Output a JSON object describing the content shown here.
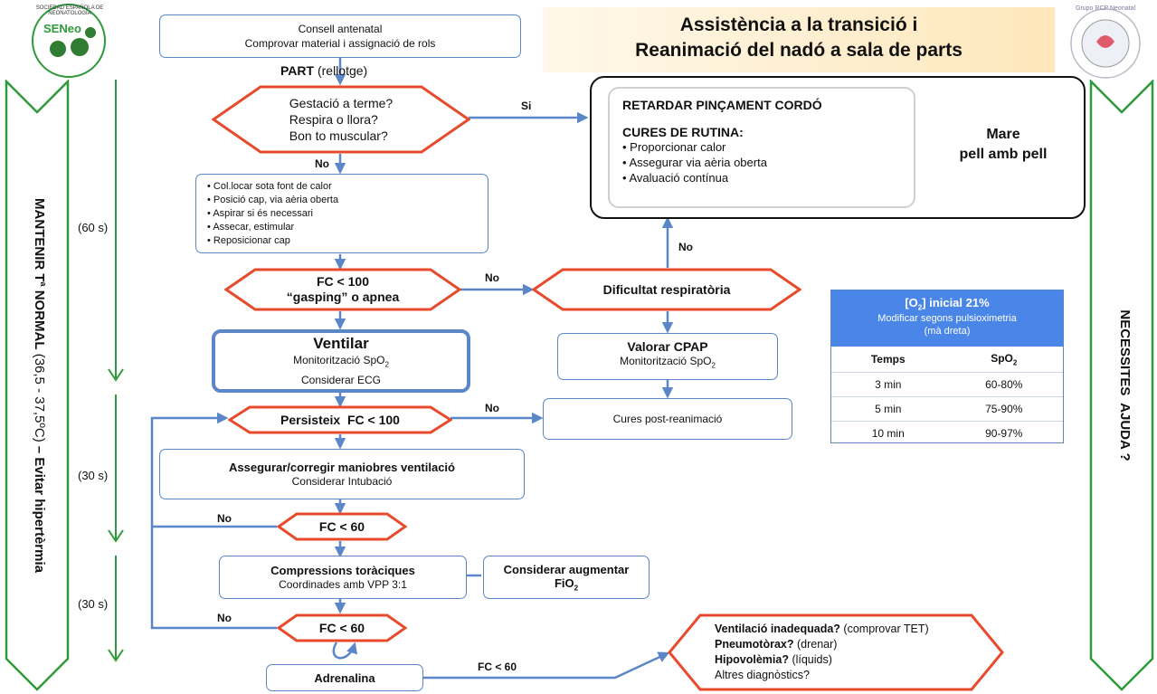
{
  "title": {
    "line1": "Assistència a la transició i",
    "line2": "Reanimació del nadó a sala de parts"
  },
  "logo_left": {
    "text": "SENeo",
    "ring": "SOCIEDAD ESPAÑOLA DE NEONATOLOGÍA"
  },
  "logo_right": {
    "ring": "Grupo RCP Neonatal"
  },
  "side_left": {
    "main": "MANTENIR T",
    "sup": "a",
    "rest": " NORMAL",
    "range": " (36,5 - 37,5ºC) ",
    "tail": "– Evitar hipertèrmia"
  },
  "side_right": "NECESSITES  AJUDA ?",
  "times": [
    "(60 s)",
    "(30 s)",
    "(30 s)"
  ],
  "steps": {
    "antenatal": {
      "l1": "Consell antenatal",
      "l2": "Comprovar material i assignació de rols"
    },
    "part": {
      "bold": "PART",
      "rest": " (rellotge)"
    },
    "q_gestacio": [
      "Gestació a terme?",
      "Respira o llora?",
      "Bon to muscular?"
    ],
    "routine_list": [
      "Col.locar sota font de calor",
      "Posició cap, via aèria oberta",
      "Aspirar si és necessari",
      "Assecar, estimular",
      "Reposicionar cap"
    ],
    "fc100": {
      "l1": "FC < 100",
      "l2": "“gasping” o apnea"
    },
    "dificultat": "Dificultat respiratòria",
    "ventilar": {
      "title": "Ventilar",
      "l2": "Monitorització SpO",
      "sub": "2",
      "l3": "Considerar ECG"
    },
    "cpap": {
      "title": "Valorar CPAP",
      "l2": "Monitorització SpO",
      "sub": "2"
    },
    "persisteix": "Persisteix  FC < 100",
    "post": "Cures post-reanimació",
    "assegurar": {
      "title": "Assegurar/corregir maniobres ventilació",
      "l2": "Considerar Intubació"
    },
    "fc60a": "FC < 60",
    "compressions": {
      "title": "Compressions toràciques",
      "l2": "Coordinades amb VPP 3:1"
    },
    "fio2": {
      "l1": "Considerar augmentar",
      "l2": "FiO",
      "sub": "2"
    },
    "fc60b": "FC < 60",
    "adrenalina": "Adrenalina"
  },
  "rutina": {
    "title": "RETARDAR PINÇAMENT CORDÓ",
    "sub": "CURES DE RUTINA:",
    "items": [
      "Proporcionar calor",
      "Assegurar via aèria oberta",
      "Avaluació contínua"
    ],
    "mare1": "Mare",
    "mare2": "pell amb pell"
  },
  "diagnostics": [
    {
      "bold": "Ventilació inadequada?",
      "rest": "  (comprovar TET)"
    },
    {
      "bold": "Pneumotòrax?",
      "rest": " (drenar)"
    },
    {
      "bold": "Hipovolèmia?",
      "rest": " (líquids)"
    },
    {
      "bold": "",
      "rest": "Altres diagnòstics?"
    }
  ],
  "labels": {
    "si": "Si",
    "no": "No",
    "fc60": "FC < 60"
  },
  "o2_table": {
    "title_pre": "[O",
    "title_sub": "2",
    "title_post": "] inicial 21%",
    "sub1": "Modificar segons pulsioximetria",
    "sub2": "(mà dreta)",
    "headers": [
      "Temps",
      "SpO",
      "2"
    ],
    "rows": [
      [
        "3 min",
        "60-80%"
      ],
      [
        "5 min",
        "75-90%"
      ],
      [
        "10 min",
        "90-97%"
      ]
    ]
  },
  "colors": {
    "green": "#2e9a3a",
    "red": "#e84a2c",
    "blue": "#5b86c8",
    "header_blue": "#4a86e8",
    "title_band": "#fde7bb"
  }
}
